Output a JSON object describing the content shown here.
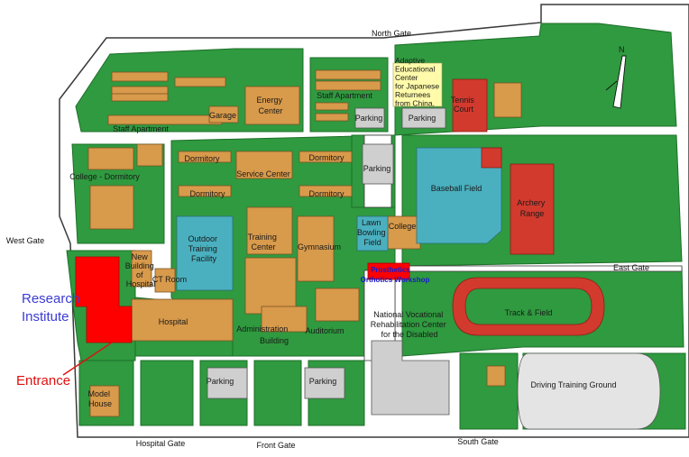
{
  "gates": {
    "north": "North Gate",
    "west": "West Gate",
    "east": "East Gate",
    "hospital": "Hospital Gate",
    "front": "Front Gate",
    "south": "South Gate"
  },
  "compass": {
    "north_label": "N"
  },
  "buildings": {
    "energy_center": [
      "Energy",
      "Center"
    ],
    "garage": "Garage",
    "staff_apartment_top": "Staff Apartment",
    "staff_apartment_left": "Staff Apartment",
    "adaptive_center": [
      "Adaptive",
      "Educational",
      "Center",
      "for Japanese",
      "Returnees",
      "from China."
    ],
    "tennis_court": [
      "Tennis",
      "Court"
    ],
    "parking_top_1": "Parking",
    "parking_top_2": "Parking",
    "college_dormitory": "College - Dormitory",
    "dormitory_1": "Dormitory",
    "dormitory_2": "Dormitory",
    "dormitory_3": "Dormitory",
    "dormitory_4": "Dormitory",
    "service_center": "Service Center",
    "parking_mid": "Parking",
    "baseball_field": "Baseball Field",
    "archery_range": [
      "Archery",
      "Range"
    ],
    "outdoor_training": [
      "Outdoor",
      "Training",
      "Facility"
    ],
    "training_center": [
      "Training",
      "Center"
    ],
    "gymnasium": "Gymnasium",
    "lawn_bowling": [
      "Lawn",
      "Bowling",
      "Field"
    ],
    "college": "College",
    "new_building": [
      "New",
      "Building",
      "of",
      "Hospital"
    ],
    "ct_room": "CT Room",
    "prosthetics": [
      "Prosthetics",
      "Orthotics  Workshop"
    ],
    "hospital": "Hospital",
    "administration": [
      "Administration",
      "Building"
    ],
    "auditorium": "Auditorium",
    "vocational_center": [
      "National Vocational",
      "Rehabilitation Center",
      "for the Disabled"
    ],
    "track_field": "Track & Field",
    "parking_bottom_1": "Parking",
    "parking_bottom_2": "Parking",
    "model_house": [
      "Model",
      "House"
    ],
    "driving_ground": "Driving Training Ground"
  },
  "annotations": {
    "research_institute": [
      "Research",
      "Institute"
    ],
    "entrance": "Entrance"
  },
  "colors": {
    "green": "#2f9a3f",
    "road": "#ffffff",
    "road_edge": "#3a3a3a",
    "building": "#d89a4b",
    "blue_field": "#4ab0bf",
    "red_field": "#d23a2e",
    "grey": "#cfcfcf",
    "highlight_red": "#ff0000",
    "annotation_blue": "#3b3bd4",
    "annotation_red": "#e01010"
  }
}
